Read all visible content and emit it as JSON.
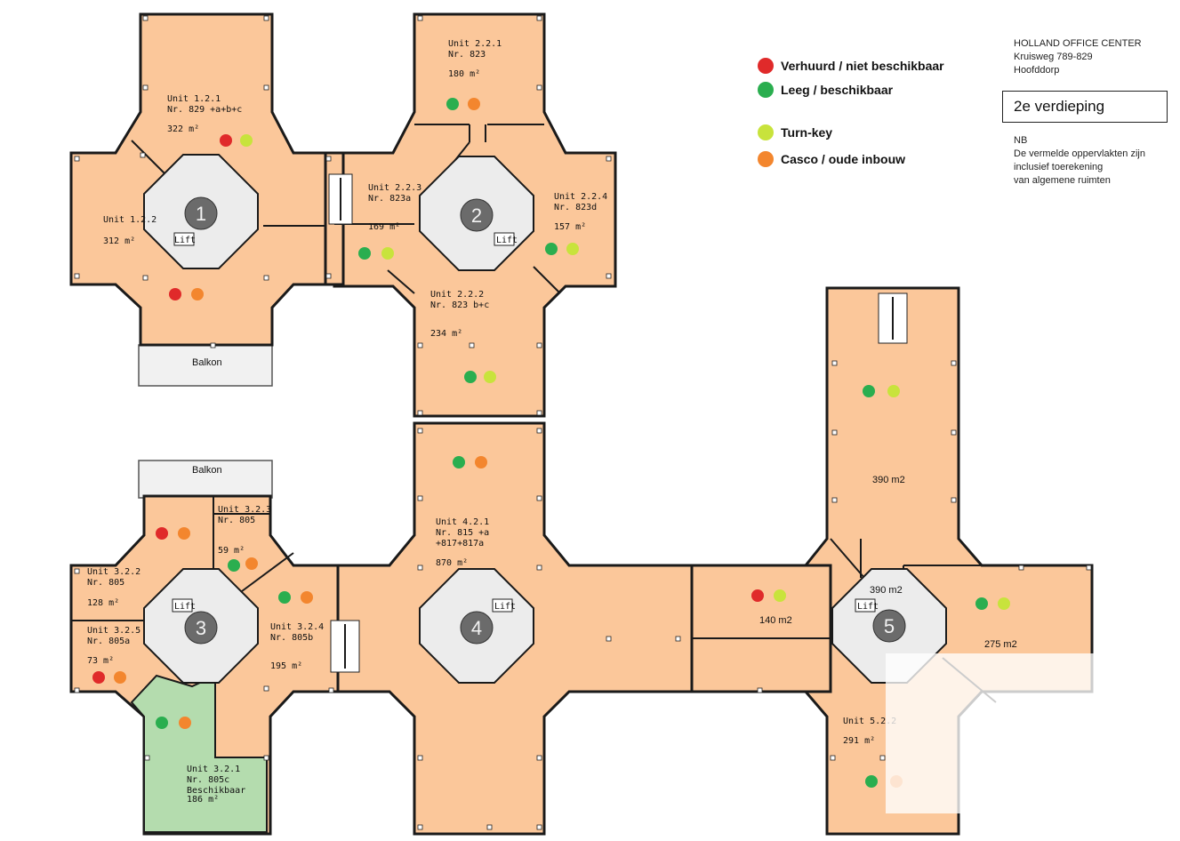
{
  "title": {
    "company": "HOLLAND OFFICE CENTER",
    "street": "Kruisweg 789-829",
    "city": "Hoofddorp"
  },
  "floor": "2e verdieping",
  "note": {
    "line1": "NB",
    "line2": "De vermelde oppervlakten zijn",
    "line3": "inclusief toerekening",
    "line4": "van algemene ruimten"
  },
  "legend": [
    {
      "label": "Verhuurd / niet beschikbaar",
      "color": "#e02a2a"
    },
    {
      "label": "Leeg / beschikbaar",
      "color": "#2aae4f"
    },
    {
      "label": "Turn-key",
      "color": "#c8e33c"
    },
    {
      "label": "Casco / oude inbouw",
      "color": "#f3862e"
    }
  ],
  "balconies": {
    "top": "Balkon",
    "bottom": "Balkon"
  },
  "cores": [
    "1",
    "2",
    "3",
    "4",
    "5"
  ],
  "lift": "Lift",
  "units": {
    "u121": {
      "l1": "Unit 1.2.1",
      "l2": "Nr. 829 +a+b+c",
      "area": "322 m²"
    },
    "u122": {
      "l1": "Unit 1.2.2",
      "area": "312 m²"
    },
    "u221": {
      "l1": "Unit 2.2.1",
      "l2": "Nr. 823",
      "area": "180 m²"
    },
    "u223": {
      "l1": "Unit 2.2.3",
      "l2": "Nr. 823a",
      "area": "169 m²"
    },
    "u224": {
      "l1": "Unit 2.2.4",
      "l2": "Nr. 823d",
      "area": "157 m²"
    },
    "u222": {
      "l1": "Unit 2.2.2",
      "l2": "Nr. 823 b+c",
      "area": "234 m²"
    },
    "u421": {
      "l1": "Unit 4.2.1",
      "l2": "Nr. 815 +a",
      "l3": "+817+817a",
      "area": "870 m²"
    },
    "u322": {
      "l1": "Unit 3.2.2",
      "l2": "Nr. 805",
      "area": "128 m²"
    },
    "u323": {
      "l1": "Unit 3.2.3",
      "l2": "Nr. 805",
      "area": "59 m²"
    },
    "u325": {
      "l1": "Unit 3.2.5",
      "l2": "Nr. 805a",
      "area": "73 m²"
    },
    "u324": {
      "l1": "Unit 3.2.4",
      "l2": "Nr. 805b",
      "area": "195 m²"
    },
    "u321": {
      "l1": "Unit 3.2.1",
      "l2": "Nr. 805c",
      "l3": "Beschikbaar",
      "area": "186 m²"
    },
    "u5a": {
      "area": "390 m2"
    },
    "u5b": {
      "area": "140 m2"
    },
    "u5c": {
      "area": "275 m2"
    },
    "u5d": {
      "area": "390 m2"
    },
    "u522": {
      "l1": "Unit 5.2.2",
      "area": "291 m²"
    }
  }
}
